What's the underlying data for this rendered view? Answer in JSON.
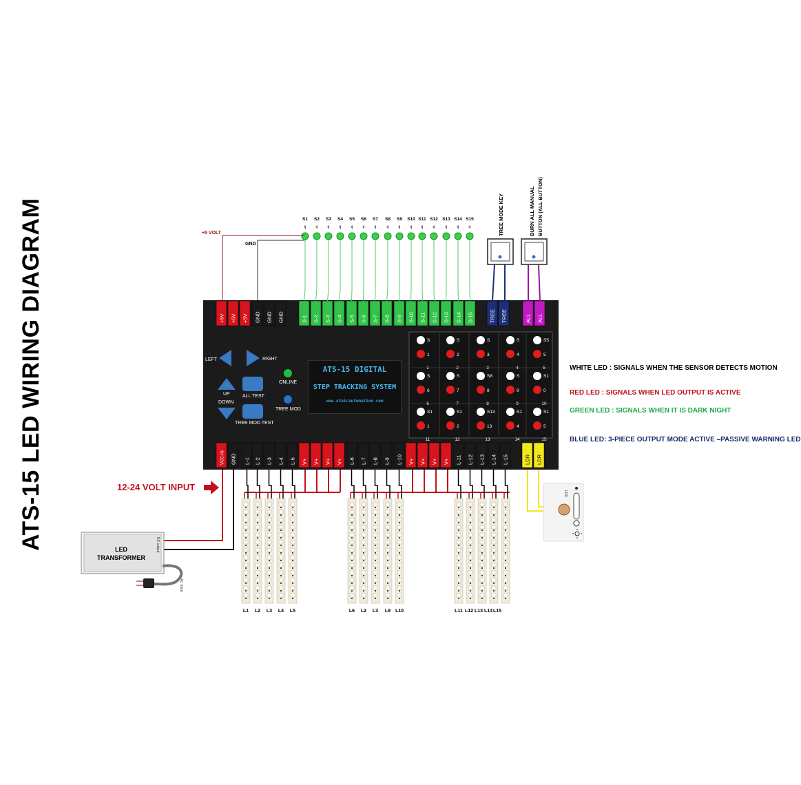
{
  "title": "ATS-15 LED WIRING DIAGRAM",
  "lcd": {
    "line1": "ATS-15 DIGITAL",
    "line2": "STEP TRACKING SYSTEM",
    "line3": "www.stairautomation.com"
  },
  "top_terminals": [
    {
      "label": "+5V",
      "color": "#d8141c"
    },
    {
      "label": "+5V",
      "color": "#d8141c"
    },
    {
      "label": "+5V",
      "color": "#d8141c"
    },
    {
      "label": "GND",
      "color": "#1a1a1a"
    },
    {
      "label": "GND",
      "color": "#1a1a1a"
    },
    {
      "label": "GND",
      "color": "#1a1a1a"
    },
    {
      "label": "S-1",
      "color": "#33c24a"
    },
    {
      "label": "S-2",
      "color": "#33c24a"
    },
    {
      "label": "S-3",
      "color": "#33c24a"
    },
    {
      "label": "S-4",
      "color": "#33c24a"
    },
    {
      "label": "S-5",
      "color": "#33c24a"
    },
    {
      "label": "S-6",
      "color": "#33c24a"
    },
    {
      "label": "S-7",
      "color": "#33c24a"
    },
    {
      "label": "S-8",
      "color": "#33c24a"
    },
    {
      "label": "S-9",
      "color": "#33c24a"
    },
    {
      "label": "S-10",
      "color": "#33c24a"
    },
    {
      "label": "S-11",
      "color": "#33c24a"
    },
    {
      "label": "S-12",
      "color": "#33c24a"
    },
    {
      "label": "S-13",
      "color": "#33c24a"
    },
    {
      "label": "S-14",
      "color": "#33c24a"
    },
    {
      "label": "S-15",
      "color": "#33c24a"
    },
    {
      "label": "TREE",
      "color": "#1e2f7a"
    },
    {
      "label": "TREE",
      "color": "#1e2f7a"
    },
    {
      "label": "ALL",
      "color": "#c21bc4"
    },
    {
      "label": "ALL",
      "color": "#c21bc4"
    }
  ],
  "bottom_terminals": [
    {
      "label": "VCC-IN",
      "color": "#d8141c"
    },
    {
      "label": "GND",
      "color": "#1a1a1a"
    },
    {
      "label": "L-1",
      "color": "#1a1a1a"
    },
    {
      "label": "L-2",
      "color": "#1a1a1a"
    },
    {
      "label": "L-3",
      "color": "#1a1a1a"
    },
    {
      "label": "L-4",
      "color": "#1a1a1a"
    },
    {
      "label": "L-5",
      "color": "#1a1a1a"
    },
    {
      "label": "V+",
      "color": "#d8141c"
    },
    {
      "label": "V+",
      "color": "#d8141c"
    },
    {
      "label": "V+",
      "color": "#d8141c"
    },
    {
      "label": "V+",
      "color": "#d8141c"
    },
    {
      "label": "L-6",
      "color": "#1a1a1a"
    },
    {
      "label": "L-7",
      "color": "#1a1a1a"
    },
    {
      "label": "L-8",
      "color": "#1a1a1a"
    },
    {
      "label": "L-9",
      "color": "#1a1a1a"
    },
    {
      "label": "L-10",
      "color": "#1a1a1a"
    },
    {
      "label": "V+",
      "color": "#d8141c"
    },
    {
      "label": "V+",
      "color": "#d8141c"
    },
    {
      "label": "V+",
      "color": "#d8141c"
    },
    {
      "label": "V+",
      "color": "#d8141c"
    },
    {
      "label": "L-11",
      "color": "#1a1a1a"
    },
    {
      "label": "L-12",
      "color": "#1a1a1a"
    },
    {
      "label": "L-13",
      "color": "#1a1a1a"
    },
    {
      "label": "L-14",
      "color": "#1a1a1a"
    },
    {
      "label": "L-15",
      "color": "#1a1a1a"
    },
    {
      "label": "LDR",
      "color": "#f2e81c"
    },
    {
      "label": "LDR",
      "color": "#f2e81c"
    }
  ],
  "sensors": [
    "S1",
    "S2",
    "S3",
    "S4",
    "S5",
    "S6",
    "S7",
    "S8",
    "S9",
    "S10",
    "S11",
    "S12",
    "S13",
    "S14",
    "S15"
  ],
  "wire_labels": {
    "plus5": "+5 VOLT",
    "gnd": "GND"
  },
  "keys": {
    "tree": "TREE MODE KEY",
    "burn_line1": "BURN ALL MANUAL",
    "burn_line2": "BUTTON (ALL BUTTON)"
  },
  "controls": {
    "left": "LEFT",
    "right": "RIGHT",
    "up": "UP",
    "down": "DOWN",
    "all_test": "ALL TEST",
    "tree_mod_test": "TREE MOD TEST",
    "online": "ONLINE",
    "tree_mod": "TREE MOD"
  },
  "led_grid": {
    "white": [
      "S",
      "S",
      "S",
      "S",
      "S5",
      "S",
      "S",
      "S8",
      "S",
      "S1",
      "S1",
      "S1",
      "S13",
      "S1",
      "S1"
    ],
    "red": [
      "1",
      "2",
      "3",
      "4",
      "5",
      "6",
      "7",
      "8",
      "9",
      "0",
      "1",
      "2",
      "13",
      "4",
      "5"
    ],
    "numbers": [
      "1",
      "2",
      "3",
      "4",
      "5",
      "6",
      "7",
      "8",
      "9",
      "10",
      "11",
      "12",
      "13",
      "14",
      "15"
    ]
  },
  "legend": [
    {
      "text": "WHITE LED : SIGNALS WHEN THE SENSOR DETECTS MOTION",
      "color": "#000000"
    },
    {
      "text": "RED LED : SIGNALS WHEN LED OUTPUT IS ACTIVE",
      "color": "#c0141c"
    },
    {
      "text": "GREEN LED : SIGNALS WHEN IT IS DARK NIGHT",
      "color": "#1ea84a"
    },
    {
      "text": "BLUE LED: 3-PIECE OUTPUT MODE ACTIVE –PASSIVE WARNING LED",
      "color": "#1a2a6c"
    }
  ],
  "input_label": "12-24 VOLT INPUT",
  "transformer": {
    "line1": "LED",
    "line2": "TRANSFORMER",
    "dc": "DC output",
    "ac": "AC Input"
  },
  "ldr_label": "LDR",
  "strip_labels": [
    "L1",
    "L2",
    "L3",
    "L4",
    "L5",
    "L6",
    "L2",
    "L3",
    "L9",
    "L10",
    "L11",
    "L12",
    "L13",
    "L14",
    "L15"
  ],
  "colors": {
    "panel": "#1b1b1b",
    "lcd_text": "#48b8ee",
    "sensor_green": "#3ad24a",
    "arrow_blue": "#3a79c4",
    "input_red": "#c0141c"
  }
}
